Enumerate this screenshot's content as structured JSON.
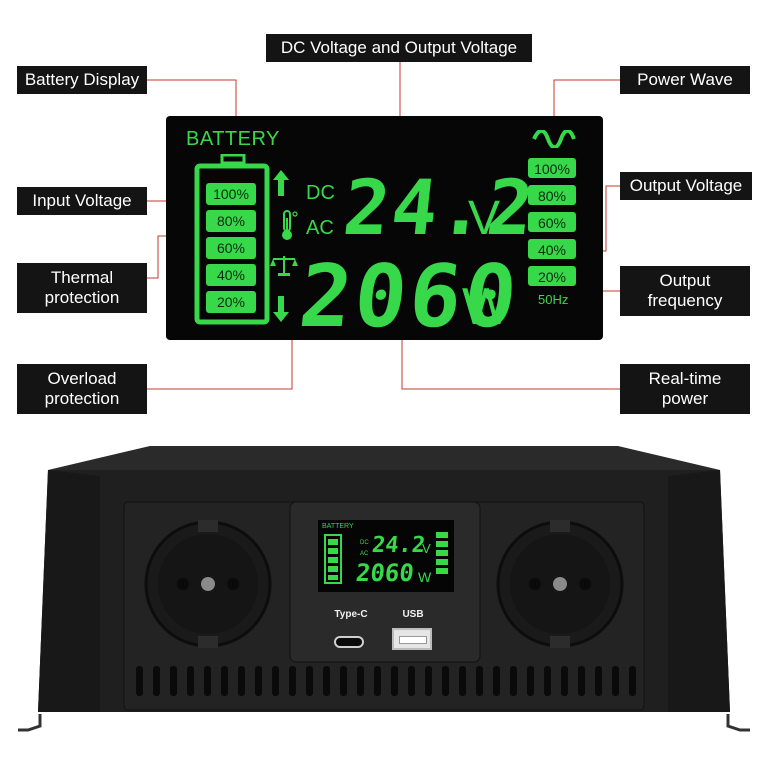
{
  "callouts": {
    "battery_display": "Battery Display",
    "dc_output_voltage": "DC Voltage and Output Voltage",
    "power_wave": "Power Wave",
    "input_voltage": "Input Voltage",
    "output_voltage": "Output Voltage",
    "thermal_line1": "Thermal",
    "thermal_line2": "protection",
    "output_freq_line1": "Output",
    "output_freq_line2": "frequency",
    "overload_line1": "Overload",
    "overload_line2": "protection",
    "realtime_line1": "Real-time",
    "realtime_line2": "power"
  },
  "lcd": {
    "battery_label": "BATTERY",
    "battery_levels": [
      "100%",
      "80%",
      "60%",
      "40%",
      "20%"
    ],
    "wave_levels": [
      "100%",
      "80%",
      "60%",
      "40%",
      "20%"
    ],
    "dc_label": "DC",
    "ac_label": "AC",
    "voltage_value": "24.2",
    "voltage_unit": "V",
    "power_value": "2060",
    "power_unit": "W",
    "frequency": "50Hz"
  },
  "device": {
    "typec_label": "Type-C",
    "usb_label": "USB"
  },
  "colors": {
    "lcd_green": "#37d94a",
    "callout_bg": "#141414",
    "leader_line": "#c0392b",
    "body": "#1e1e1e"
  }
}
